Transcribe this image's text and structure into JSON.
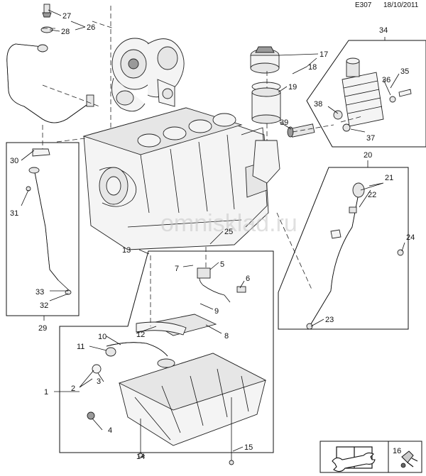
{
  "header": {
    "code": "E307",
    "date": "18/10/2011"
  },
  "watermark": "omnisklad.ru",
  "callouts": [
    "1",
    "2",
    "3",
    "4",
    "5",
    "6",
    "7",
    "8",
    "9",
    "10",
    "11",
    "12",
    "13",
    "14",
    "15",
    "16",
    "17",
    "18",
    "19",
    "20",
    "21",
    "22",
    "23",
    "24",
    "25",
    "26",
    "27",
    "28",
    "29",
    "30",
    "31",
    "32",
    "33",
    "34",
    "35",
    "36",
    "37",
    "38",
    "39"
  ],
  "legend": {
    "tool_icon": "wrench-book-icon",
    "part_icon": "plug-icon",
    "part_number": "16"
  }
}
